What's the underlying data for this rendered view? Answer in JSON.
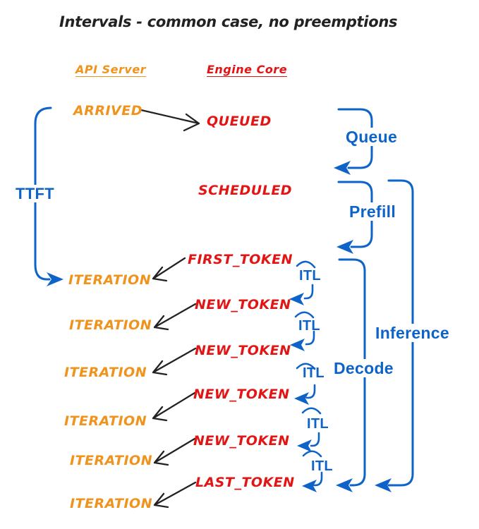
{
  "title": "Intervals - common case, no preemptions",
  "columns": {
    "api_server": {
      "header": "API Server",
      "events": [
        "ARRIVED",
        "ITERATION",
        "ITERATION",
        "ITERATION",
        "ITERATION",
        "ITERATION",
        "ITERATION"
      ]
    },
    "engine_core": {
      "header": "Engine Core",
      "events": [
        "QUEUED",
        "SCHEDULED",
        "FIRST_TOKEN",
        "NEW_TOKEN",
        "NEW_TOKEN",
        "NEW_TOKEN",
        "NEW_TOKEN",
        "LAST_TOKEN"
      ]
    }
  },
  "intervals": {
    "ttft": "TTFT",
    "queue": "Queue",
    "prefill": "Prefill",
    "decode": "Decode",
    "inference": "Inference",
    "itl": [
      "ITL",
      "ITL",
      "ITL",
      "ITL",
      "ITL"
    ]
  },
  "colors": {
    "api_server": "#F0931C",
    "engine_core": "#E31414",
    "interval": "#0D63C8",
    "ink": "#222222",
    "background": "#FFFFFF"
  }
}
